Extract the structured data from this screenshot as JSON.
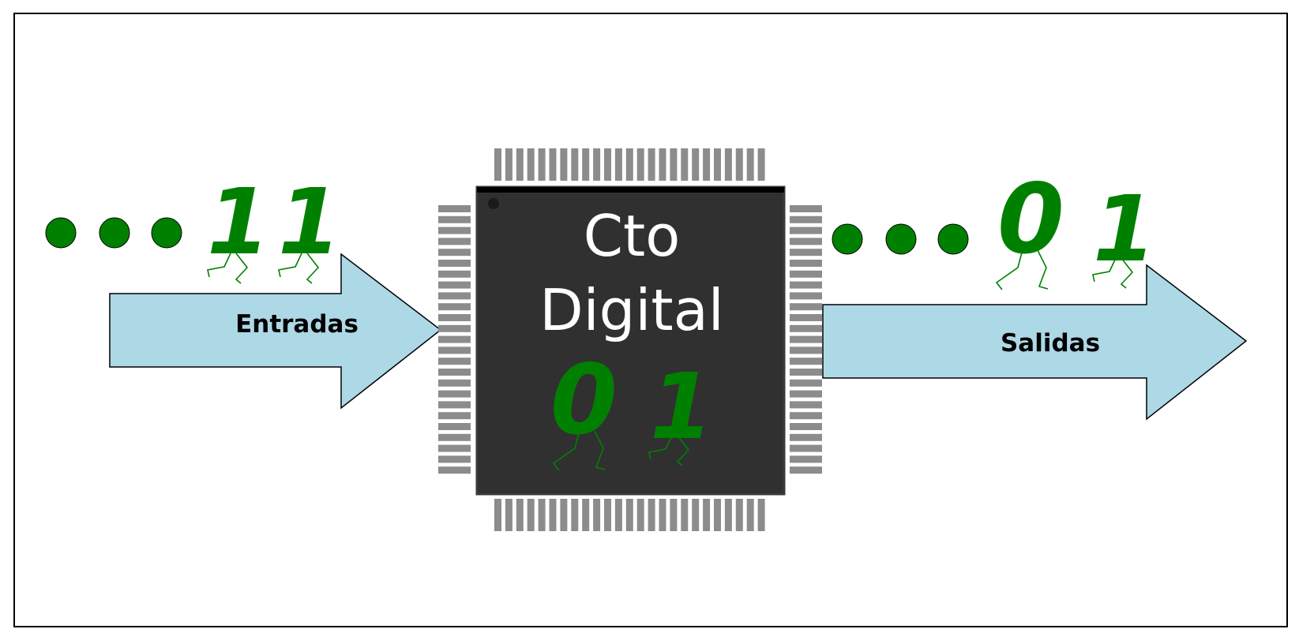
{
  "input_arrow": {
    "label": "Entradas"
  },
  "output_arrow": {
    "label": "Salidas"
  },
  "chip": {
    "line1": "Cto",
    "line2": "Digital",
    "digits": [
      "0",
      "1"
    ]
  },
  "input_digits": [
    "1",
    "1"
  ],
  "output_digits": [
    "0",
    "1"
  ],
  "colors": {
    "digit": "#008000",
    "arrow_fill": "#add8e6",
    "chip_body": "#303030",
    "pin": "#8c8c8c",
    "border": "#000000"
  }
}
